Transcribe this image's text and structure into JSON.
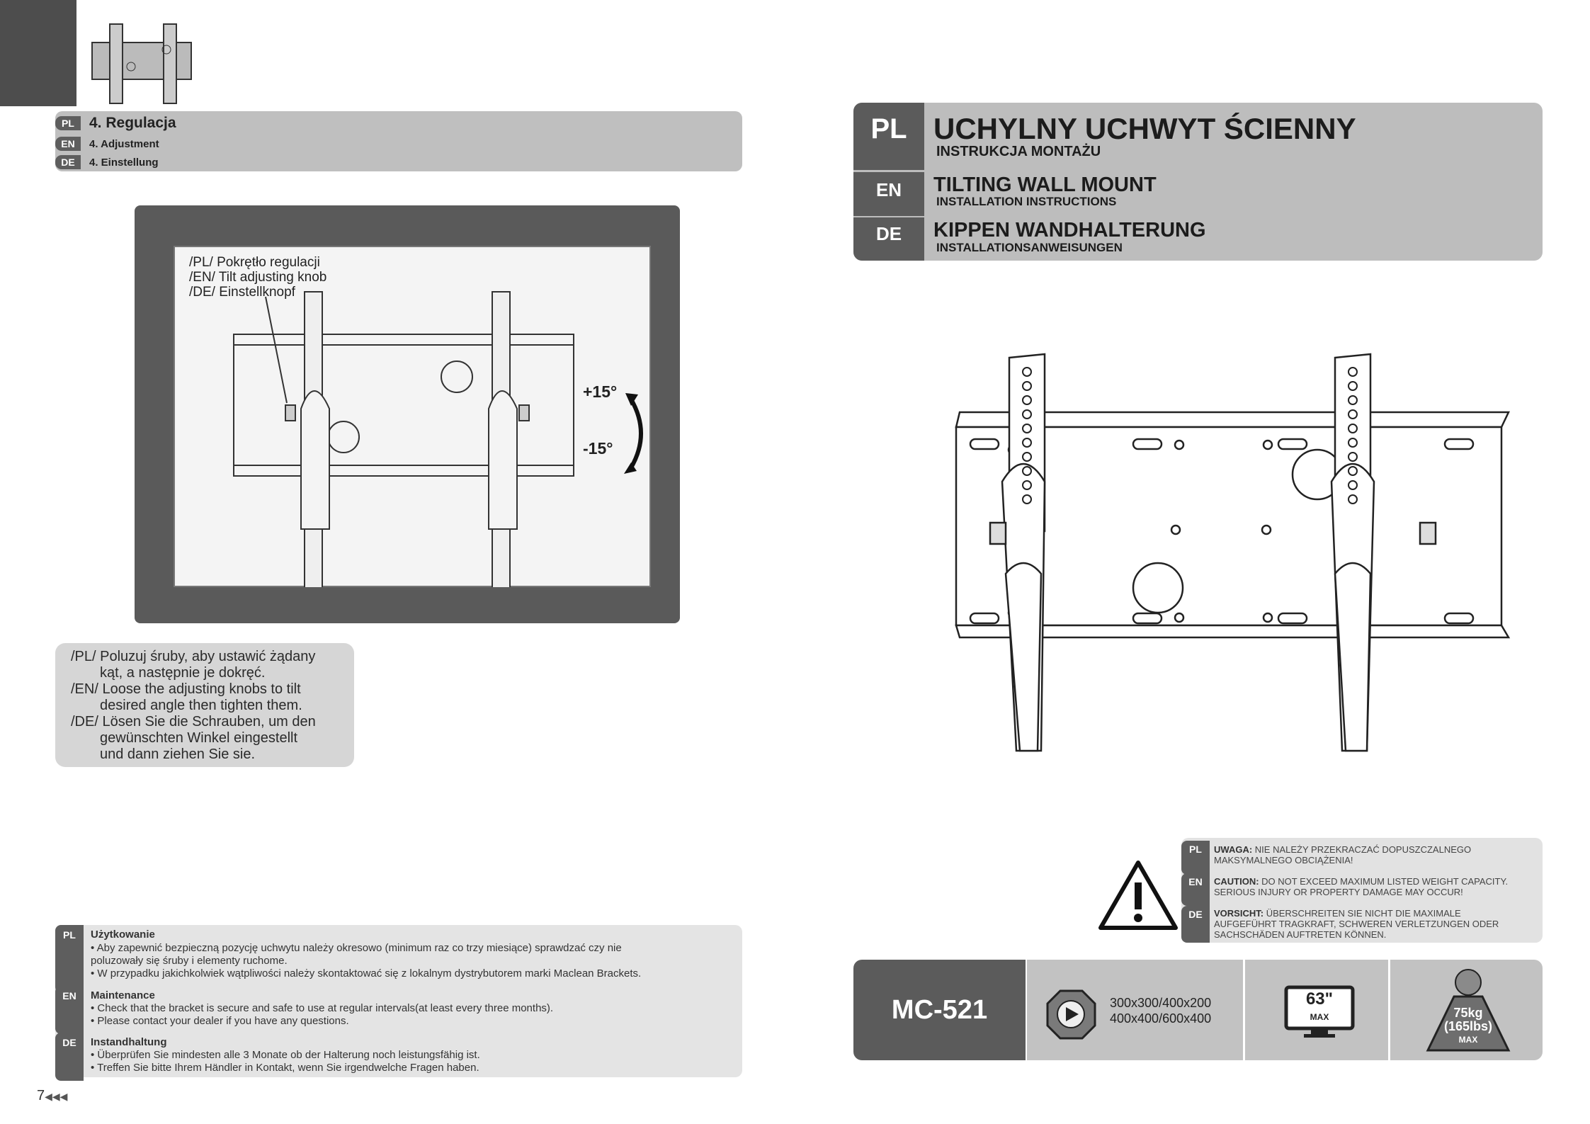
{
  "left_page": {
    "section": {
      "pl": {
        "tag": "PL",
        "title": "4. Regulacja"
      },
      "en": {
        "tag": "EN",
        "title": "4. Adjustment"
      },
      "de": {
        "tag": "DE",
        "title": "4. Einstellung"
      }
    },
    "figure": {
      "knob_labels": [
        "/PL/ Pokrętło regulacji",
        "/EN/ Tilt adjusting knob",
        "/DE/ Einstellknopf"
      ],
      "angle_plus": "+15°",
      "angle_minus": "-15°"
    },
    "callout_lines": [
      "/PL/ Poluzuj śruby, aby ustawić żądany",
      "        kąt, a następnie je dokręć.",
      "/EN/ Loose the adjusting knobs to tilt",
      "        desired angle then tighten them.",
      "/DE/ Lösen Sie die Schrauben, um den",
      "        gewünschten Winkel eingestellt",
      "        und dann ziehen Sie sie."
    ],
    "maintenance": {
      "pl": {
        "tag": "PL",
        "heading": "Użytkowanie",
        "lines": [
          "• Aby zapewnić bezpieczną pozycję uchwytu należy okresowo (minimum raz co trzy miesiące) sprawdzać czy nie",
          "   poluzowały się śruby i elementy ruchome.",
          "• W przypadku jakichkolwiek wątpliwości należy skontaktować się z lokalnym dystrybutorem marki Maclean Brackets."
        ]
      },
      "en": {
        "tag": "EN",
        "heading": "Maintenance",
        "lines": [
          "• Check that the bracket is secure and safe to use at regular intervals(at least every three months).",
          "• Please contact your dealer if you have any questions."
        ]
      },
      "de": {
        "tag": "DE",
        "heading": "Instandhaltung",
        "lines": [
          "• Überprüfen Sie mindesten alle 3 Monate ob der Halterung noch leistungsfähig ist.",
          "• Treffen Sie bitte Ihrem Händler in Kontakt, wenn Sie irgendwelche Fragen haben."
        ]
      }
    },
    "page_number": "7"
  },
  "right_page": {
    "titles": {
      "pl": {
        "tag": "PL",
        "title": "UCHYLNY UCHWYT ŚCIENNY",
        "subtitle": "INSTRUKCJA MONTAŻU"
      },
      "en": {
        "tag": "EN",
        "title": "TILTING WALL MOUNT",
        "subtitle": "INSTALLATION INSTRUCTIONS"
      },
      "de": {
        "tag": "DE",
        "title": "KIPPEN WANDHALTERUNG",
        "subtitle": "INSTALLATIONSANWEISUNGEN"
      }
    },
    "warnings": {
      "pl": {
        "tag": "PL",
        "label": "UWAGA:",
        "line1": "NIE NALEŻY PRZEKRACZAĆ DOPUSZCZALNEGO",
        "line2": "MAKSYMALNEGO OBCIĄŻENIA!"
      },
      "en": {
        "tag": "EN",
        "label": "CAUTION:",
        "line1": "DO NOT EXCEED MAXIMUM LISTED WEIGHT CAPACITY.",
        "line2": "SERIOUS INJURY OR PROPERTY DAMAGE MAY OCCUR!"
      },
      "de": {
        "tag": "DE",
        "label": "VORSICHT:",
        "line1": "ÜBERSCHREITEN SIE NICHT DIE MAXIMALE",
        "line2": "AUFGEFÜHRT TRAGKRAFT, SCHWEREN VERLETZUNGEN ODER",
        "line3": "SACHSCHÄDEN AUFTRETEN KÖNNEN."
      }
    },
    "specs": {
      "model": "MC-521",
      "vesa_line1": "300x300/400x200",
      "vesa_line2": "400x400/600x400",
      "screen_size": "63\"",
      "screen_max": "MAX",
      "weight_kg": "75kg",
      "weight_lbs": "(165lbs)",
      "weight_max": "MAX"
    }
  },
  "colors": {
    "dark_gray": "#5b5b5b",
    "mid_gray": "#bdbdbd",
    "light_gray": "#e2e2e2"
  }
}
